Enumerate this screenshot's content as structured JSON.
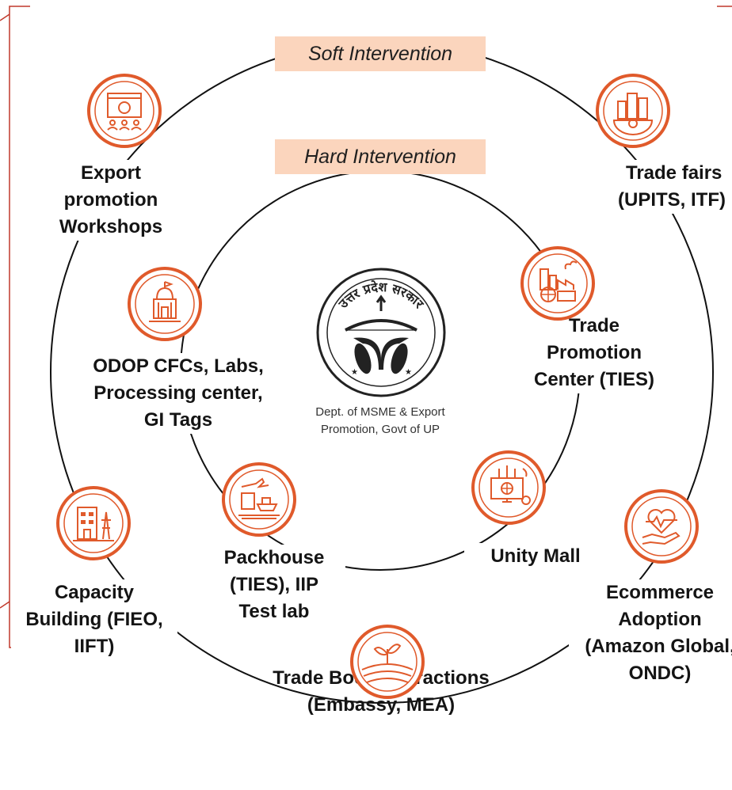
{
  "outer_ring_tag": "Soft Intervention",
  "inner_ring_tag": "Hard Intervention",
  "center_logo": {
    "seal_text": "उत्तर प्रदेश सरकार",
    "caption_line1": "Dept. of MSME & Export",
    "caption_line2": "Promotion, Govt of UP"
  },
  "outer_nodes": [
    {
      "icon": "presentation-workshop-icon",
      "lines": [
        "Export",
        "promotion",
        "Workshops"
      ]
    },
    {
      "icon": "city-gear-icon",
      "lines": [
        "Trade fairs",
        "(UPITS, ITF)"
      ]
    },
    {
      "icon": "heart-hand-icon",
      "lines": [
        "Ecommerce",
        "Adoption",
        "(Amazon Global,",
        "ONDC)"
      ]
    },
    {
      "icon": "plant-field-icon",
      "lines": [
        "Trade Body Interactions",
        "(Embassy, MEA)"
      ]
    },
    {
      "icon": "building-tower-icon",
      "lines": [
        "Capacity",
        "Building (FIEO,",
        "IIFT)"
      ]
    }
  ],
  "inner_nodes": [
    {
      "icon": "temple-icon",
      "lines": [
        "ODOP CFCs, Labs,",
        "Processing center,",
        "GI Tags"
      ]
    },
    {
      "icon": "factory-globe-icon",
      "lines": [
        "Trade",
        "Promotion",
        "Center (TIES)"
      ]
    },
    {
      "icon": "computer-network-icon",
      "lines": [
        "Unity Mall"
      ]
    },
    {
      "icon": "transport-logistics-icon",
      "lines": [
        "Packhouse",
        "(TIES), IIP",
        "Test lab"
      ]
    }
  ],
  "colors": {
    "accent": "#e05a2b",
    "bracket": "#c0392b",
    "tag_bg": "#fbd5bd"
  }
}
